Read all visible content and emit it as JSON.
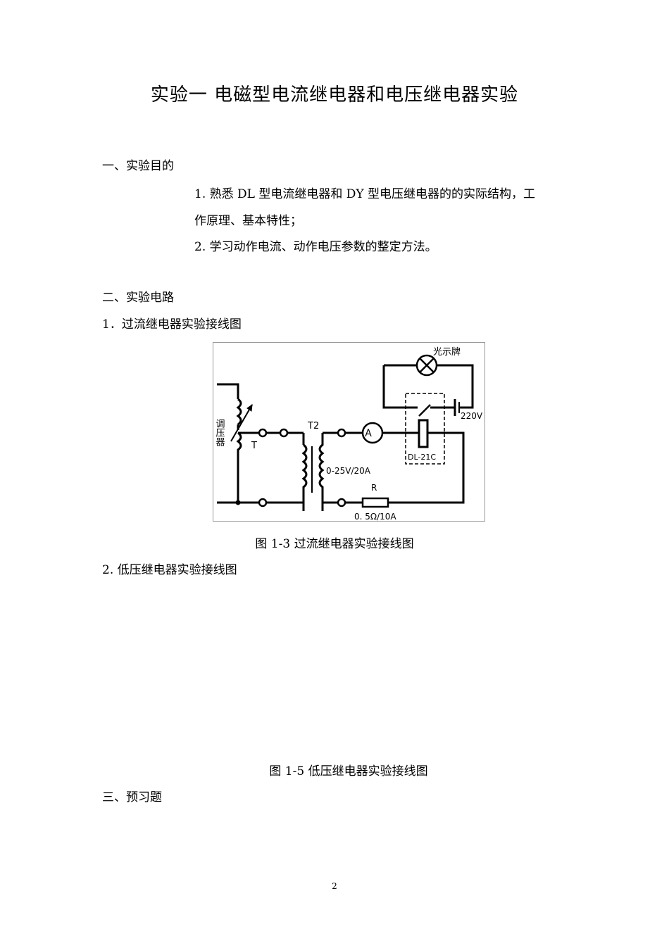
{
  "title": "实验一  电磁型电流继电器和电压继电器实验",
  "section1": {
    "heading": "一、实验目的",
    "item1_line1": "1. 熟悉 DL 型电流继电器和 DY 型电压继电器的的实际结构，工",
    "item1_line2": "作原理、基本特性；",
    "item2": "2. 学习动作电流、动作电压参数的整定方法。"
  },
  "section2": {
    "heading": "二、实验电路",
    "sub1": "1．过流继电器实验接线图",
    "fig1_caption": "图 1-3  过流继电器实验接线图",
    "sub2": "2. 低压继电器实验接线图",
    "fig2_caption": "图 1-5  低压继电器实验接线图"
  },
  "fig1_labels": {
    "lamp": "光示牌",
    "voltage": "220V",
    "regulator": "调压器",
    "t": "T",
    "t2": "T2",
    "relay": "DL-21C",
    "transformer": "0-25V/20A",
    "ammeter": "A",
    "r": "R",
    "resistor": "0. 5Ω/10A"
  },
  "section3": {
    "heading": "三、预习题"
  },
  "page_number": "2"
}
